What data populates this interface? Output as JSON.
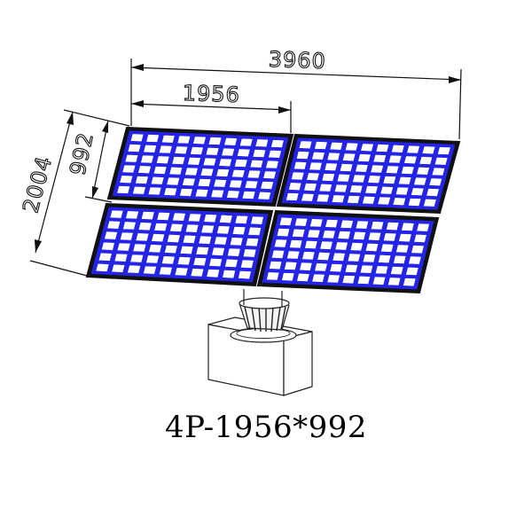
{
  "diagram": {
    "dimensions": {
      "total_width": "3960",
      "panel_width": "1956",
      "total_height": "2004",
      "panel_height": "992"
    },
    "panel_grid": {
      "rows": 2,
      "cols": 2,
      "cell_rows": 6,
      "cell_cols": 10
    },
    "caption": "4P-1956*992",
    "colors": {
      "cell": "#2424e6",
      "cell_border": "#ffffff",
      "frame": "#111111",
      "line": "#111111",
      "background": "#ffffff"
    }
  }
}
